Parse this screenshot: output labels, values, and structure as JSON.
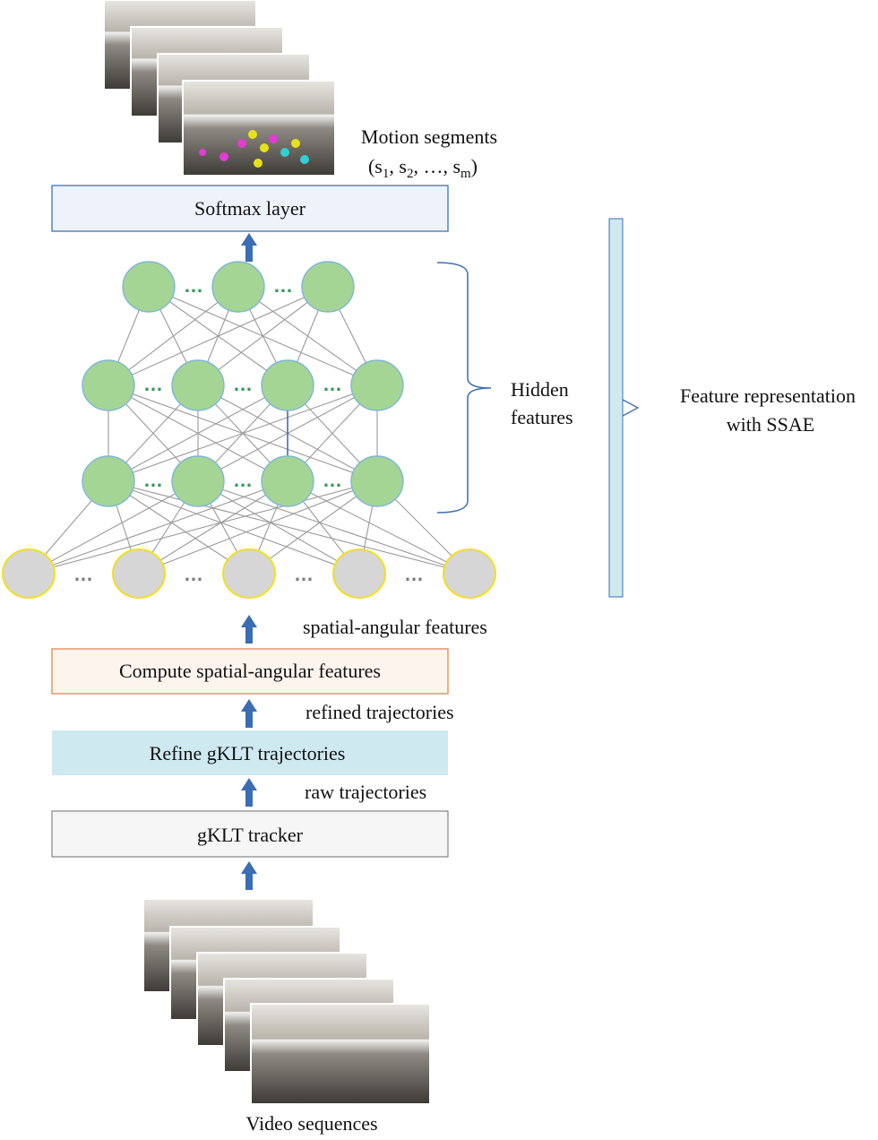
{
  "labels": {
    "motion_segments": "Motion segments",
    "motion_formula_open": "(s",
    "sub_1": "1",
    "sep_1": ", s",
    "sub_2": "2",
    "sep_2": ", …, s",
    "sub_m": "m",
    "formula_close": ")",
    "hidden_features_1": "Hidden",
    "hidden_features_2": "features",
    "feature_rep_1": "Feature representation",
    "feature_rep_2": "with SSAE",
    "spatial_angular": "spatial-angular features",
    "refined": "refined trajectories",
    "raw": "raw trajectories",
    "video_sequences": "Video sequences"
  },
  "boxes": {
    "softmax": "Softmax layer",
    "compute": "Compute spatial-angular features",
    "refine": "Refine gKLT trajectories",
    "tracker": "gKLT tracker"
  },
  "ellipsis_green": "…",
  "ellipsis_gray": "…",
  "colors": {
    "hidden_node": "#a4d594",
    "hidden_node_stroke": "#7fb6d9",
    "input_node": "#d6d6d6",
    "input_node_stroke": "#f2e11c",
    "arrow": "#3a6db3",
    "edge": "#9a9a9a",
    "softmax_fill": "#eef3fb",
    "softmax_stroke": "#3d73b8",
    "compute_fill": "#fdf4ee",
    "compute_stroke": "#e3874e",
    "refine_fill": "#cfe9f1",
    "tracker_fill": "#f6f6f6",
    "tracker_stroke": "#6e6e6e",
    "bracket": "#3d6fb2",
    "side_bar": "#cfe9f1"
  }
}
